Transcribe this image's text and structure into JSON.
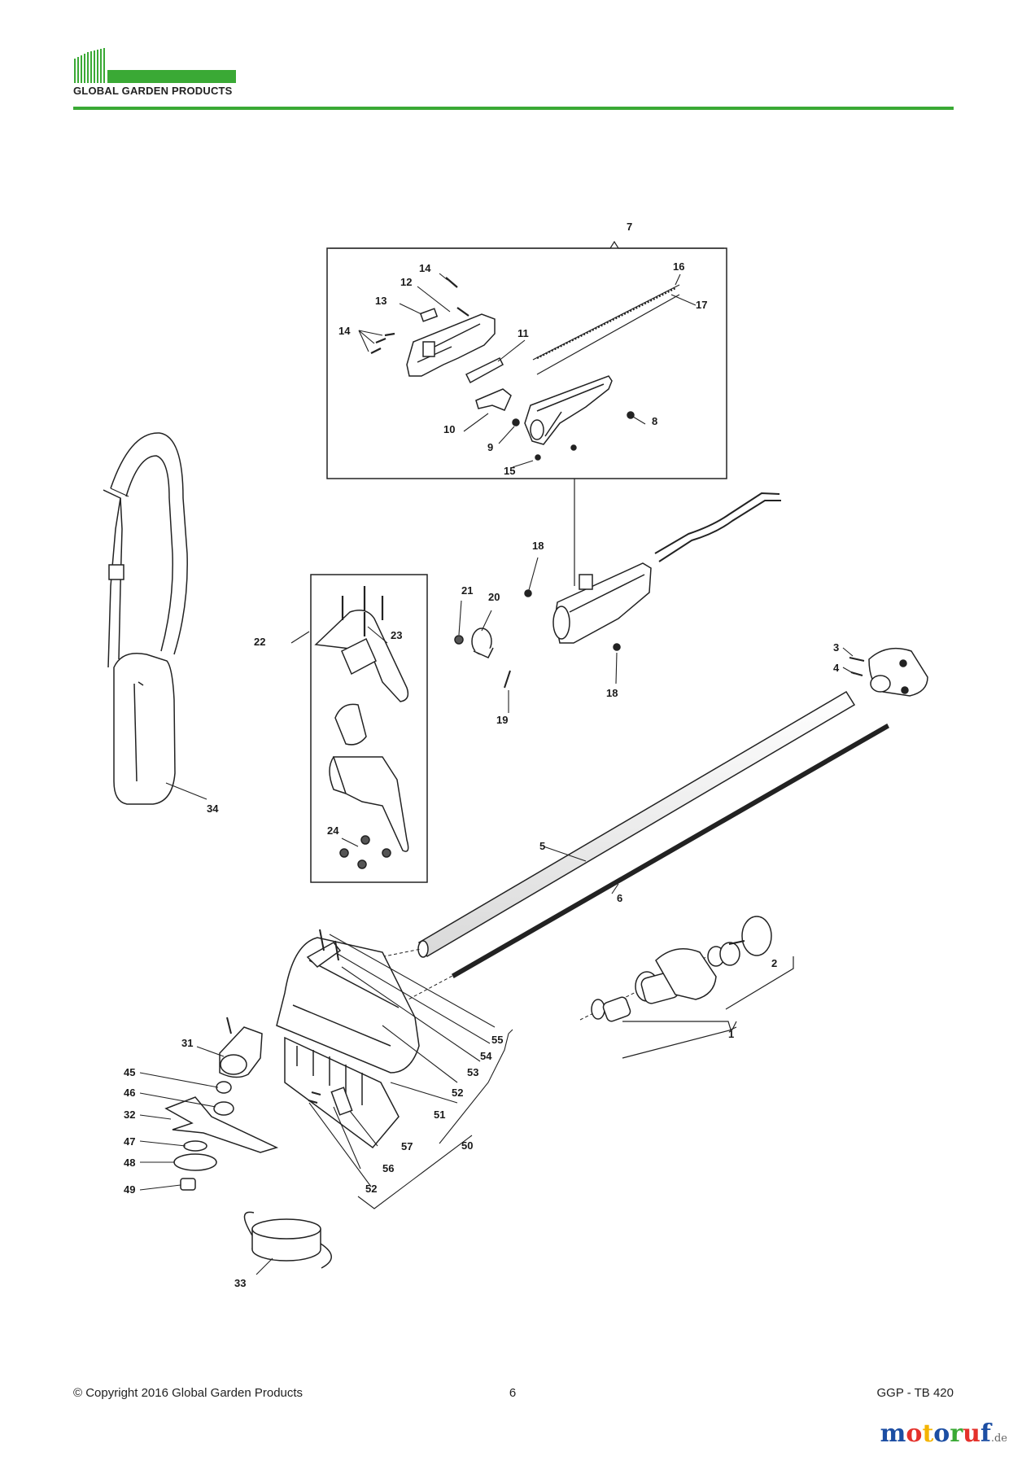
{
  "header": {
    "brand_name": "GLOBAL GARDEN PRODUCTS",
    "accent_color": "#3aa935"
  },
  "diagram": {
    "callouts": {
      "c1": "1",
      "c2": "2",
      "c3": "3",
      "c4": "4",
      "c5": "5",
      "c6": "6",
      "c7": "7",
      "c8": "8",
      "c9": "9",
      "c10": "10",
      "c11": "11",
      "c12": "12",
      "c13": "13",
      "c14a": "14",
      "c14b": "14",
      "c15": "15",
      "c16": "16",
      "c17": "17",
      "c18a": "18",
      "c18b": "18",
      "c19": "19",
      "c20": "20",
      "c21": "21",
      "c22": "22",
      "c23": "23",
      "c24": "24",
      "c31": "31",
      "c32": "32",
      "c33": "33",
      "c34": "34",
      "c45": "45",
      "c46": "46",
      "c47": "47",
      "c48": "48",
      "c49": "49",
      "c50": "50",
      "c51": "51",
      "c52a": "52",
      "c52b": "52",
      "c53": "53",
      "c54": "54",
      "c55": "55",
      "c56": "56",
      "c57": "57"
    }
  },
  "footer": {
    "copyright": "© Copyright 2016 Global Garden Products",
    "page_number": "6",
    "model": "GGP - TB 420"
  },
  "watermark": {
    "m": "m",
    "o": "o",
    "t": "t",
    "o2": "o",
    "r": "r",
    "u": "u",
    "f": "f",
    "tld": ".de"
  }
}
